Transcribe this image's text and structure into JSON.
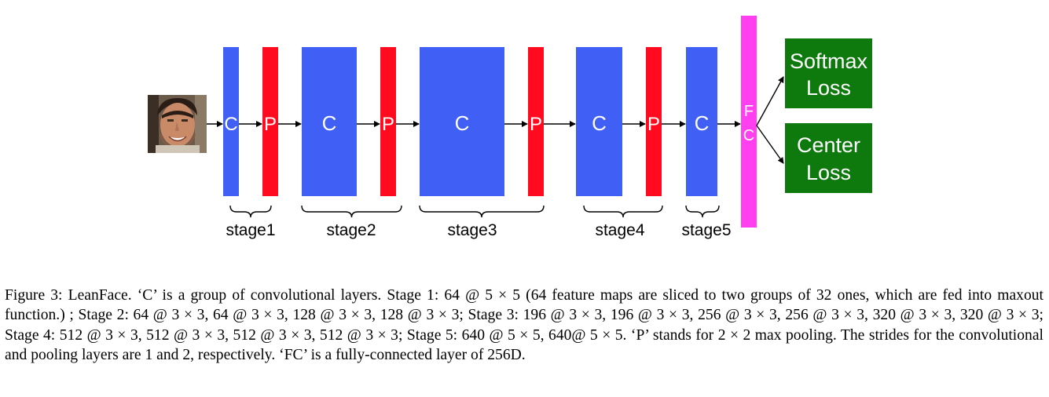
{
  "diagram": {
    "input": {
      "icon": "face-photo-icon"
    },
    "blocks": [
      {
        "label": "C",
        "color": "#3f5ff5"
      },
      {
        "label": "P",
        "color": "#ff0a1e"
      },
      {
        "label": "C",
        "color": "#3f5ff5"
      },
      {
        "label": "P",
        "color": "#ff0a1e"
      },
      {
        "label": "C",
        "color": "#3f5ff5"
      },
      {
        "label": "P",
        "color": "#ff0a1e"
      },
      {
        "label": "C",
        "color": "#3f5ff5"
      },
      {
        "label": "P",
        "color": "#ff0a1e"
      },
      {
        "label": "C",
        "color": "#3f5ff5"
      }
    ],
    "fc": {
      "label_top": "F",
      "label_bottom": "C",
      "color": "#ff3ff0"
    },
    "stages": [
      "stage1",
      "stage2",
      "stage3",
      "stage4",
      "stage5"
    ],
    "losses": [
      {
        "line1": "Softmax",
        "line2": "Loss",
        "color": "#0e7a0e"
      },
      {
        "line1": "Center",
        "line2": "Loss",
        "color": "#0e7a0e"
      }
    ]
  },
  "caption": {
    "text": "Figure 3: LeanFace.  ‘C’ is a group of convolutional layers. Stage 1: 64 @ 5 × 5 (64 feature maps are sliced to two groups of 32 ones, which are fed into maxout function.) ; Stage 2: 64 @ 3 × 3, 64 @ 3 × 3, 128 @ 3 × 3, 128 @ 3 × 3; Stage 3: 196 @ 3 × 3, 196 @ 3 × 3, 256 @ 3 × 3, 256 @ 3 × 3, 320 @ 3 × 3, 320 @ 3 × 3; Stage 4: 512 @ 3 × 3, 512 @ 3 × 3, 512 @ 3 × 3, 512 @ 3 × 3; Stage 5: 640 @ 5 × 5, 640@ 5 × 5. ‘P’ stands for 2 × 2 max pooling. The strides for the convolutional and pooling layers are 1 and 2, respectively. ‘FC’ is a fully-connected layer of 256D."
  }
}
